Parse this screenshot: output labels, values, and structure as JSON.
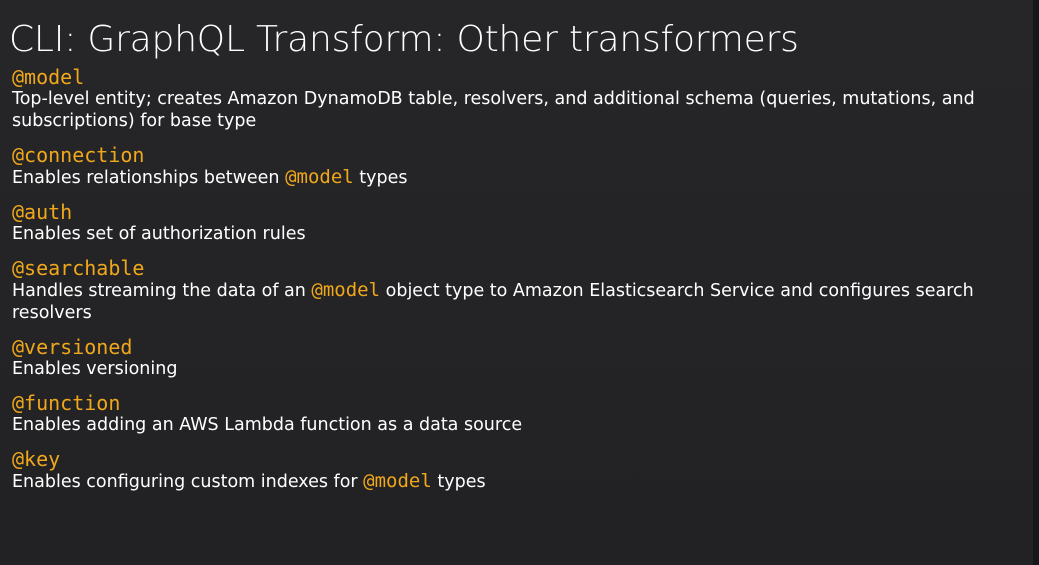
{
  "slide": {
    "title": "CLI: GraphQL Transform: Other transformers",
    "accent_color": "#f0a81a",
    "items": [
      {
        "directive": "@model",
        "desc_before": "Top-level entity; creates Amazon DynamoDB table, resolvers, and additional schema (queries, mutations, and subscriptions) for base type",
        "desc_code": "",
        "desc_after": ""
      },
      {
        "directive": "@connection",
        "desc_before": "Enables relationships between ",
        "desc_code": "@model",
        "desc_after": " types"
      },
      {
        "directive": "@auth",
        "desc_before": "Enables set of authorization rules",
        "desc_code": "",
        "desc_after": ""
      },
      {
        "directive": "@searchable",
        "desc_before": "Handles streaming the data of an ",
        "desc_code": "@model",
        "desc_after": " object type to Amazon Elasticsearch Service and configures search resolvers"
      },
      {
        "directive": "@versioned",
        "desc_before": "Enables versioning",
        "desc_code": "",
        "desc_after": ""
      },
      {
        "directive": "@function",
        "desc_before": "Enables adding an AWS Lambda function as a data source",
        "desc_code": "",
        "desc_after": ""
      },
      {
        "directive": "@key",
        "desc_before": "Enables configuring custom indexes for ",
        "desc_code": "@model",
        "desc_after": " types"
      }
    ]
  }
}
